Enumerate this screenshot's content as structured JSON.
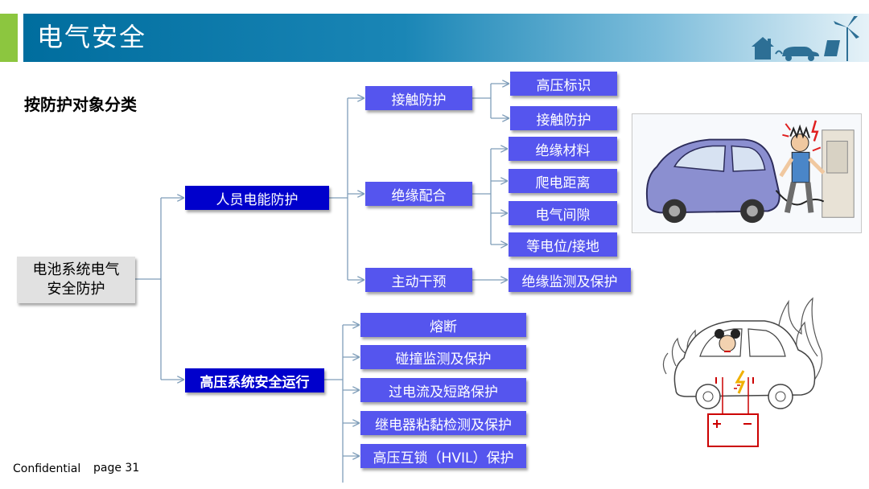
{
  "header": {
    "title": "电气安全"
  },
  "subtitle": "按防护对象分类",
  "diagram": {
    "root": [
      "电池系统电气",
      "安全防护"
    ],
    "level1": {
      "personnel": "人员电能防护",
      "hv_system": "高压系统安全运行"
    },
    "level2": {
      "contact": "接触防护",
      "insulation": "绝缘配合",
      "active": "主动干预"
    },
    "level3": {
      "hv_marking": "高压标识",
      "contact_protection": "接触防护",
      "insulation_material": "绝缘材料",
      "creepage": "爬电距离",
      "clearance": "电气间隙",
      "equipotential": "等电位/接地",
      "insulation_monitoring": "绝缘监测及保护"
    },
    "hv_items": [
      "熔断",
      "碰撞监测及保护",
      "过电流及短路保护",
      "继电器粘黏检测及保护",
      "高压互锁（HVIL）保护"
    ]
  },
  "colors": {
    "box": "#5555ee",
    "box_dark": "#0000cc",
    "connector": "#7f9db9",
    "header_dark": "#006d9e",
    "accent": "#8cc63f"
  },
  "images": {
    "photo1": "electric-shock-car-illustration",
    "photo2": "battery-car-fire-illustration",
    "header_icons": "house-car-solar-wind-icons"
  },
  "footer": {
    "confidential": "Confidential",
    "page": "page  31"
  }
}
